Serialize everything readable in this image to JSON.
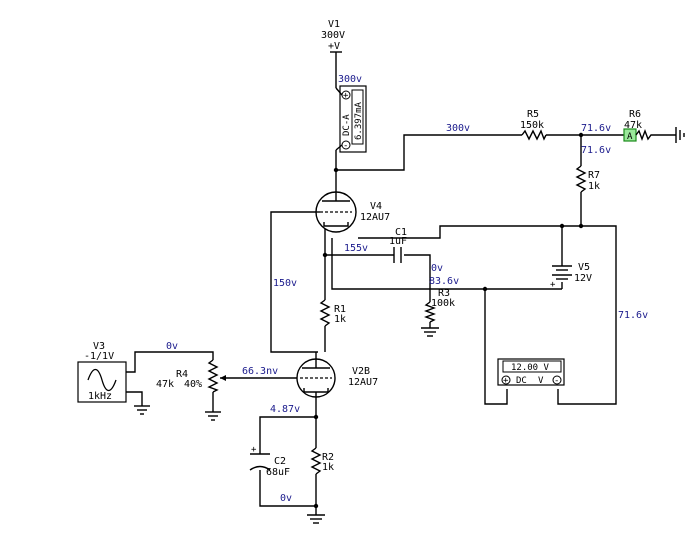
{
  "components": {
    "v1": {
      "ref": "V1",
      "value": "300V",
      "symbol": "+V"
    },
    "ammeter": {
      "reading": "6.397mA",
      "mode": "DC-A",
      "plus": "+",
      "minus": "-"
    },
    "r5": {
      "ref": "R5",
      "value": "150k"
    },
    "r6": {
      "ref": "R6",
      "value": "47k",
      "probe": "A"
    },
    "r7": {
      "ref": "R7",
      "value": "1k"
    },
    "v4": {
      "ref": "V4",
      "value": "12AU7"
    },
    "c1": {
      "ref": "C1",
      "value": "1uF"
    },
    "r3": {
      "ref": "R3",
      "value": "100k"
    },
    "r1": {
      "ref": "R1",
      "value": "1k"
    },
    "v5": {
      "ref": "V5",
      "value": "12V"
    },
    "v3": {
      "ref": "V3",
      "value": "-1/1V",
      "freq": "1kHz"
    },
    "r4": {
      "ref": "R4",
      "value": "47k",
      "percent": "40%"
    },
    "v2b": {
      "ref": "V2B",
      "value": "12AU7"
    },
    "c2": {
      "ref": "C2",
      "value": "68uF"
    },
    "r2": {
      "ref": "R2",
      "value": "1k"
    },
    "voltmeter": {
      "reading": "12.00 V",
      "mode": "DC",
      "unit": "V",
      "plus": "+",
      "minus": "-"
    }
  },
  "nets": {
    "n300_meter": "300v",
    "n300_line": "300v",
    "n716_top": "71.6v",
    "n716_r7": "71.6v",
    "n716_right": "71.6v",
    "n155": "155v",
    "n0_r3": "0v",
    "n836": "83.6v",
    "n150": "150v",
    "n0_pot": "0v",
    "n663": "66.3nv",
    "n487": "4.87v",
    "n0_c2": "0v"
  }
}
